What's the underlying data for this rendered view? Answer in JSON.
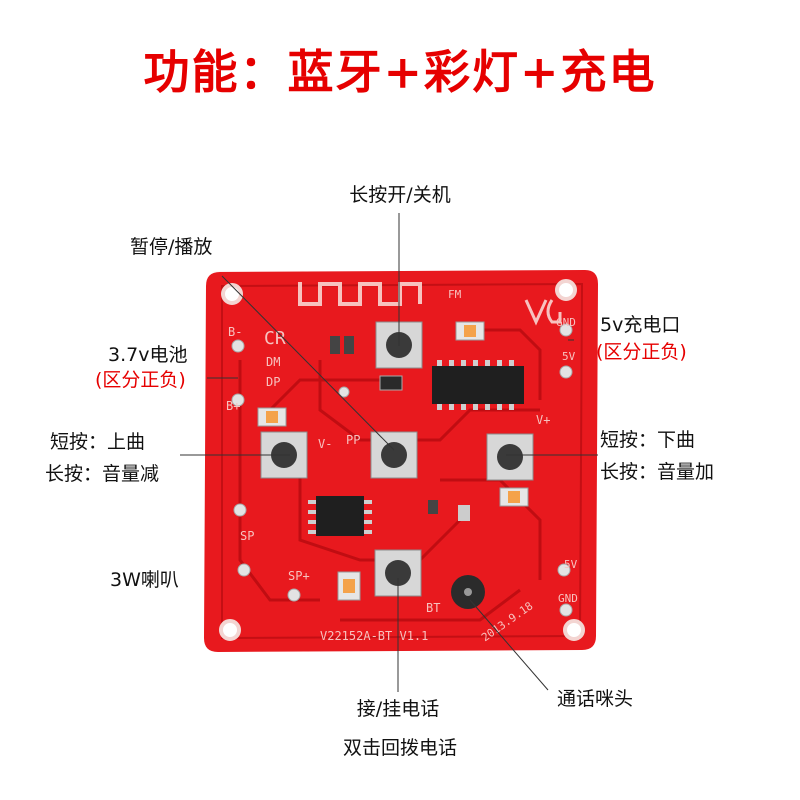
{
  "title": "功能：蓝牙+彩灯+充电",
  "labels": {
    "power": "长按开/关机",
    "pause": "暂停/播放",
    "battery": "3.7v电池",
    "battery_note": "(区分正负)",
    "charge": "5v充电口",
    "charge_note": "(区分正负)",
    "prev_short": "短按：上曲",
    "prev_long": "长按：音量减",
    "next_short": "短按：下曲",
    "next_long": "长按：音量加",
    "speaker": "3W喇叭",
    "mic": "通话咪头",
    "call": "接/挂电话",
    "redial": "双击回拨电话"
  },
  "silkscreen": {
    "model": "V22152A-BT V1.1",
    "date": "2013.9.18",
    "cr": "CR",
    "bminus": "B-",
    "bplus": "B+",
    "dm": "DM",
    "dp": "DP",
    "pp": "PP",
    "vminus": "V-",
    "vplus": "V+",
    "fm": "FM",
    "gnd": "GND",
    "fivev": "5V",
    "sp": "SP",
    "spplus": "SP+",
    "bt": "BT"
  },
  "colors": {
    "title": "#e60000",
    "board": "#e8191e",
    "silk": "#f7c2bf"
  }
}
